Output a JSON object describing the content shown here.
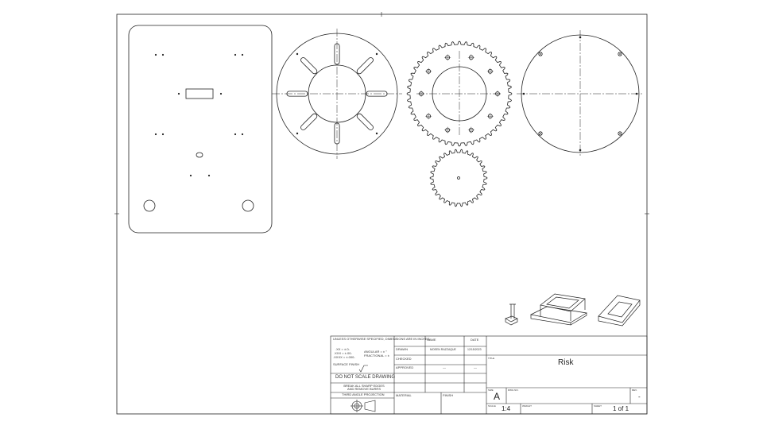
{
  "title_block": {
    "tolerances_note": "UNLESS OTHERWISE SPECIFIED, DIMENSIONS ARE IN INCHES",
    "tol_x": ".XX = ±.0-",
    "tol_xx": ".XXX = ±.00-",
    "tol_xxx": ".XXXX = ±.000-",
    "angular": "ANGULAR = ± °",
    "fractional": "FRACTIONAL = ±",
    "surface_finish": "SURFACE FINISH",
    "do_not_scale": "DO NOT SCALE DRAWING",
    "break_edges": "BREAK ALL SHARP EDGES AND REMOVE BURRS",
    "projection": "THIRD ANGLE PROJECTION",
    "name_header": "NAME",
    "date_header": "DATE",
    "drawn_label": "DRAWN",
    "drawn_name": "MOEEN RAZZAQUE",
    "drawn_date": "12/15/2023",
    "checked_label": "CHECKED",
    "approved_label": "APPROVED",
    "approved_name": "—",
    "approved_date": "—",
    "material_label": "MATERIAL",
    "finish_label": "FINISH",
    "title_label": "TITLE",
    "title": "Risk",
    "size_label": "SIZE",
    "size": "A",
    "dwg_no_label": "DWG NO.",
    "rev_label": "REV.",
    "rev": "-",
    "scale_label": "SCALE",
    "scale": "1:4",
    "weight_label": "WEIGHT",
    "sheet_label": "SHEET",
    "sheet": "1 of 1"
  }
}
